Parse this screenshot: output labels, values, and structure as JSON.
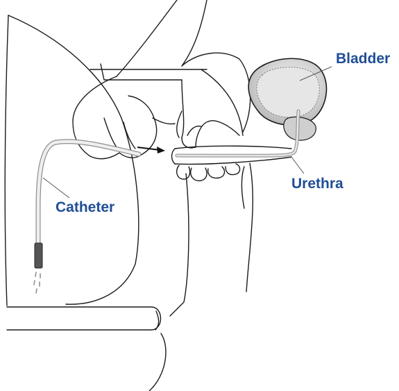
{
  "labels": {
    "bladder": "Bladder",
    "urethra": "Urethra",
    "catheter": "Catheter"
  },
  "colors": {
    "label": "#1f4e96",
    "line_art": "#1a1a1a",
    "bladder_fill": "#d9d9d9",
    "catheter_tube": "#dcdcdc",
    "catheter_tip": "#555555"
  }
}
